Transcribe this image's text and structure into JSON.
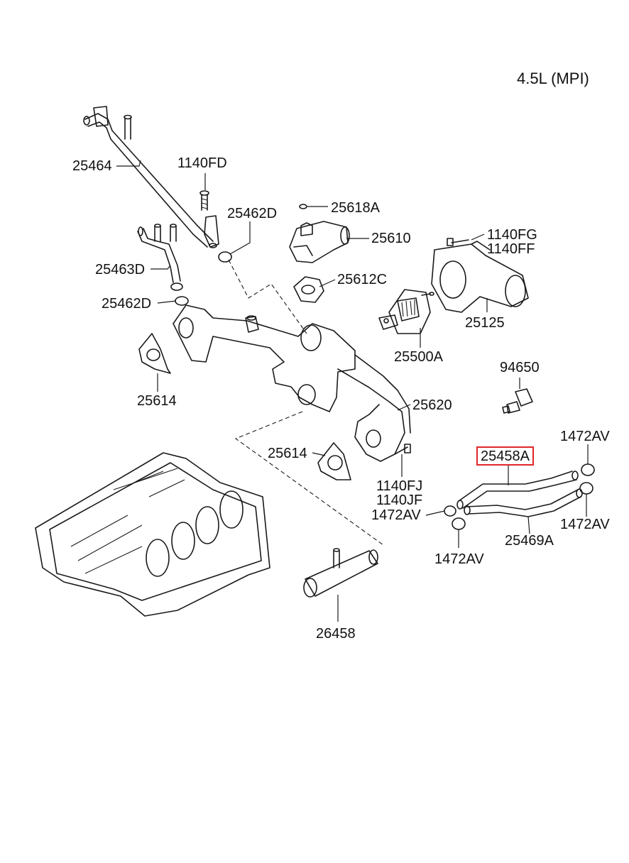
{
  "diagram": {
    "engine_label": "4.5L (MPI)",
    "highlight_color": "#e0262b",
    "parts": {
      "p25464": "25464",
      "p1140FD": "1140FD",
      "p25618A": "25618A",
      "p25462D_top": "25462D",
      "p25610": "25610",
      "p1140FG": "1140FG",
      "p1140FF": "1140FF",
      "p25463D": "25463D",
      "p25612C": "25612C",
      "p25462D_mid": "25462D",
      "p25125": "25125",
      "p25500A": "25500A",
      "p25614_left": "25614",
      "p94650": "94650",
      "p25620": "25620",
      "p1472AV_top": "1472AV",
      "p25614_mid": "25614",
      "p25458A": "25458A",
      "p1140FJ": "1140FJ",
      "p1140JF": "1140JF",
      "p1472AV_left": "1472AV",
      "p1472AV_right": "1472AV",
      "p25469A": "25469A",
      "p1472AV_bottom": "1472AV",
      "p26458": "26458"
    }
  }
}
